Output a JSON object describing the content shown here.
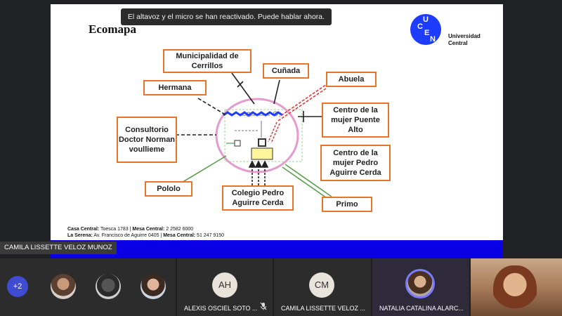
{
  "slide": {
    "title": "Ecomapa",
    "toast": "El altavoz y el micro se han reactivado. Puede hablar ahora.",
    "logo_letters": [
      "U",
      "C",
      "E",
      "N"
    ],
    "logo_text_line1": "Universidad",
    "logo_text_line2": "Central",
    "footer_line1_label": "Casa Central:",
    "footer_line1_text": " Toesca 1783 | ",
    "footer_line1_label2": "Mesa Central:",
    "footer_line1_text2": " 2 2582 6000",
    "footer_line2_label": "La Serena:",
    "footer_line2_text": " Av. Francisco de Aguirre 0405 | ",
    "footer_line2_label2": "Mesa Central:",
    "footer_line2_text2": " 51 247 9150"
  },
  "ecomap": {
    "municipalidad": "Municipalidad de Cerrillos",
    "cunada": "Cuñada",
    "abuela": "Abuela",
    "hermana": "Hermana",
    "consultorio": "Consultorio Doctor Norman voullieme",
    "centro_puente_alto": "Centro de la mujer Puente Alto",
    "centro_pedro_aguirre": "Centro de la mujer Pedro Aguirre Cerda",
    "pololo": "Pololo",
    "colegio": "Colegio Pedro Aguirre Cerda",
    "primo": "Primo"
  },
  "presenter_tag": "CAMILA LISSETTE VELOZ MUNOZ",
  "participants": {
    "more_count": "+2",
    "tiles": [
      {
        "initials": "AH",
        "name": "ALEXIS OSCIEL SOTO ..."
      },
      {
        "initials": "CM",
        "name": "CAMILA LISSETTE VELOZ ..."
      },
      {
        "initials": "",
        "name": "NATALIA CATALINA ALARC..."
      }
    ]
  },
  "colors": {
    "accent_blue": "#0a00e6",
    "box_border": "#e8762a",
    "ring": "#e59ad0"
  }
}
